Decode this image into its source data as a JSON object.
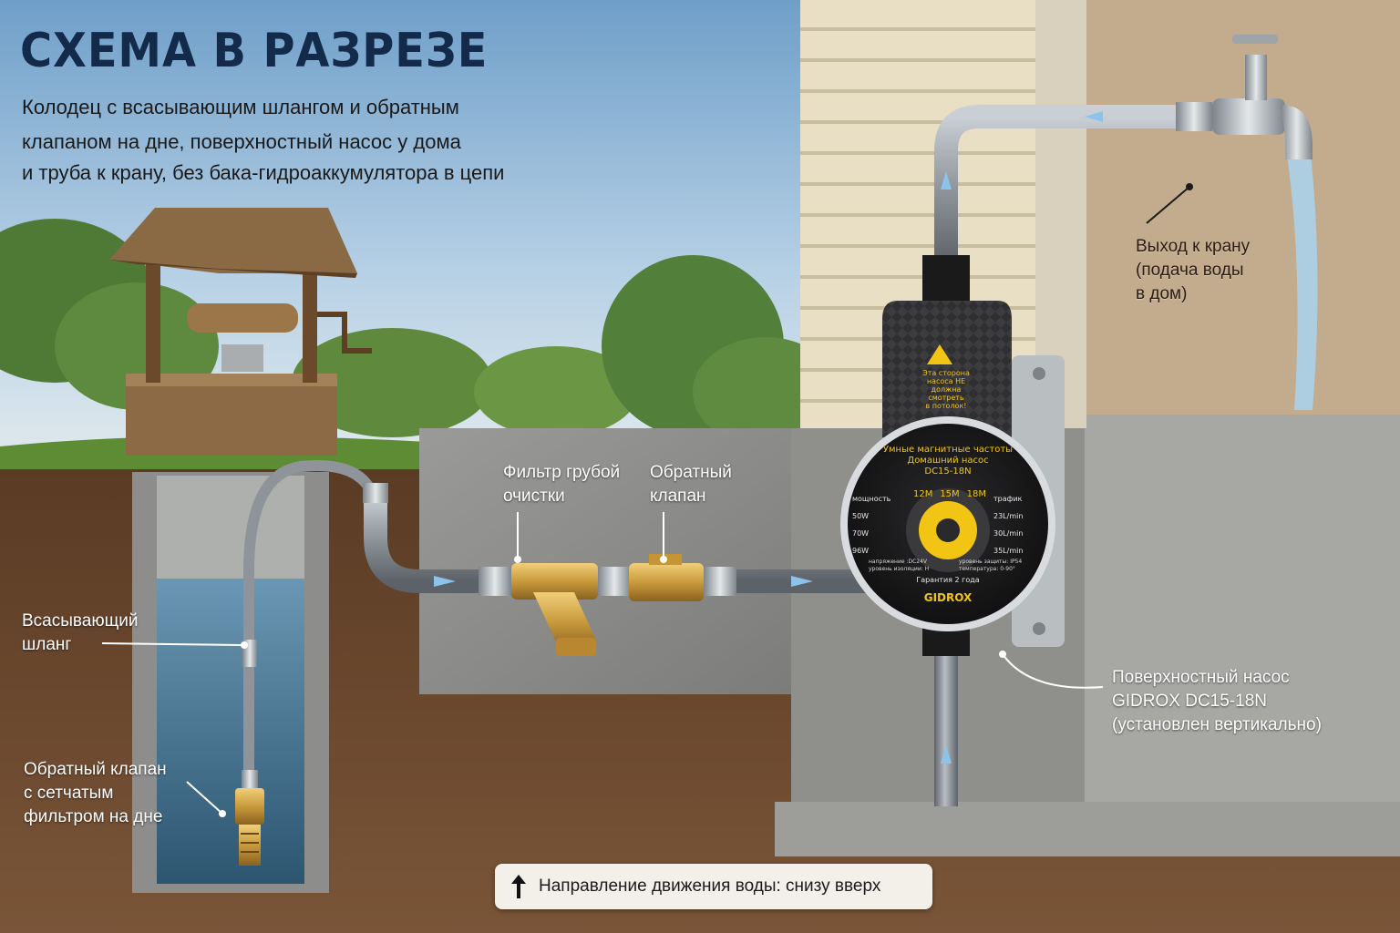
{
  "header": {
    "title": "СХЕМА В РАЗРЕЗЕ",
    "subtitle_lines": [
      "Колодец с всасывающим шлангом и обратным",
      "клапаном на дне, поверхностный насос у дома",
      "и труба к крану, без бака-гидроаккумулятора в цепи"
    ]
  },
  "callouts": {
    "outlet": [
      "Выход к крану",
      "(подача воды",
      "в дом)"
    ],
    "filter": [
      "Фильтр грубой",
      "очистки"
    ],
    "check_valve": [
      "Обратный",
      "клапан"
    ],
    "suction_hose": [
      "Всасывающий",
      "шланг"
    ],
    "foot_valve": [
      "Обратный клапан",
      "с сетчатым",
      "фильтром на дне"
    ],
    "pump": [
      "Поверхностный насос",
      "GIDROX DC15-18N",
      "(установлен вертикально)"
    ]
  },
  "pump": {
    "warning": [
      "Эта сторона",
      "насоса НЕ",
      "должна",
      "смотреть",
      "в потолок!"
    ],
    "dial_header": [
      "Умные магнитные частоты",
      "Домашний насос"
    ],
    "model": "DC15-18N",
    "modes": [
      "12M",
      "15M",
      "18M"
    ],
    "power_label": "мощность",
    "power": [
      "50W",
      "70W",
      "96W"
    ],
    "flow_label": "трафик",
    "flow": [
      "23L/min",
      "30L/min",
      "35L/min"
    ],
    "voltage": "напряжение :DC24V",
    "insulation": "уровень изоляции: H",
    "protection": "уровень защиты: IP54",
    "temperature": "температура: 0-90°",
    "warranty": "Гарантия 2 года",
    "brand": "GIDROX"
  },
  "legend": {
    "text": "Направление движения воды: снизу вверх",
    "icon": "arrow-up-icon"
  },
  "colors": {
    "title": "#132a4a",
    "water": "#3f6f8d",
    "flow_arrow": "#7fb8e6",
    "brass": "#c99a3c",
    "pipe": "#8a9096",
    "pump_body": "#2c2c2e",
    "pump_accent": "#f2c414"
  }
}
